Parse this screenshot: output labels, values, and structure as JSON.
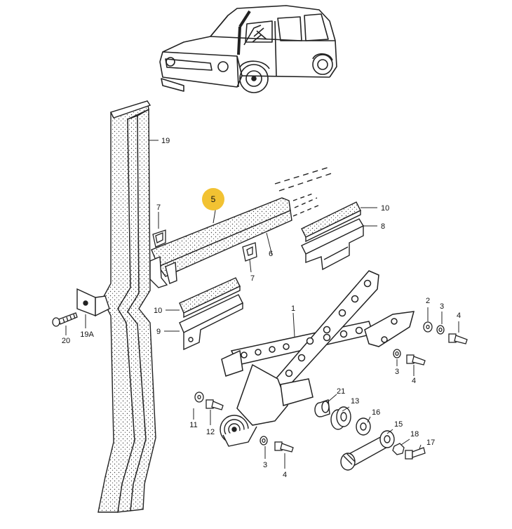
{
  "highlight_color": "#f2c232",
  "line_color": "#222222",
  "part_labels": {
    "p1": "1",
    "p2": "2",
    "p3a": "3",
    "p3b": "3",
    "p3c": "3",
    "p4a": "4",
    "p4b": "4",
    "p4c": "4",
    "p5": "5",
    "p6": "6",
    "p7a": "7",
    "p7b": "7",
    "p8": "8",
    "p9": "9",
    "p10a": "10",
    "p10b": "10",
    "p11": "11",
    "p12": "12",
    "p13": "13",
    "p15": "15",
    "p16": "16",
    "p17": "17",
    "p18": "18",
    "p19": "19",
    "p19a": "19A",
    "p20": "20",
    "p21": "21"
  }
}
